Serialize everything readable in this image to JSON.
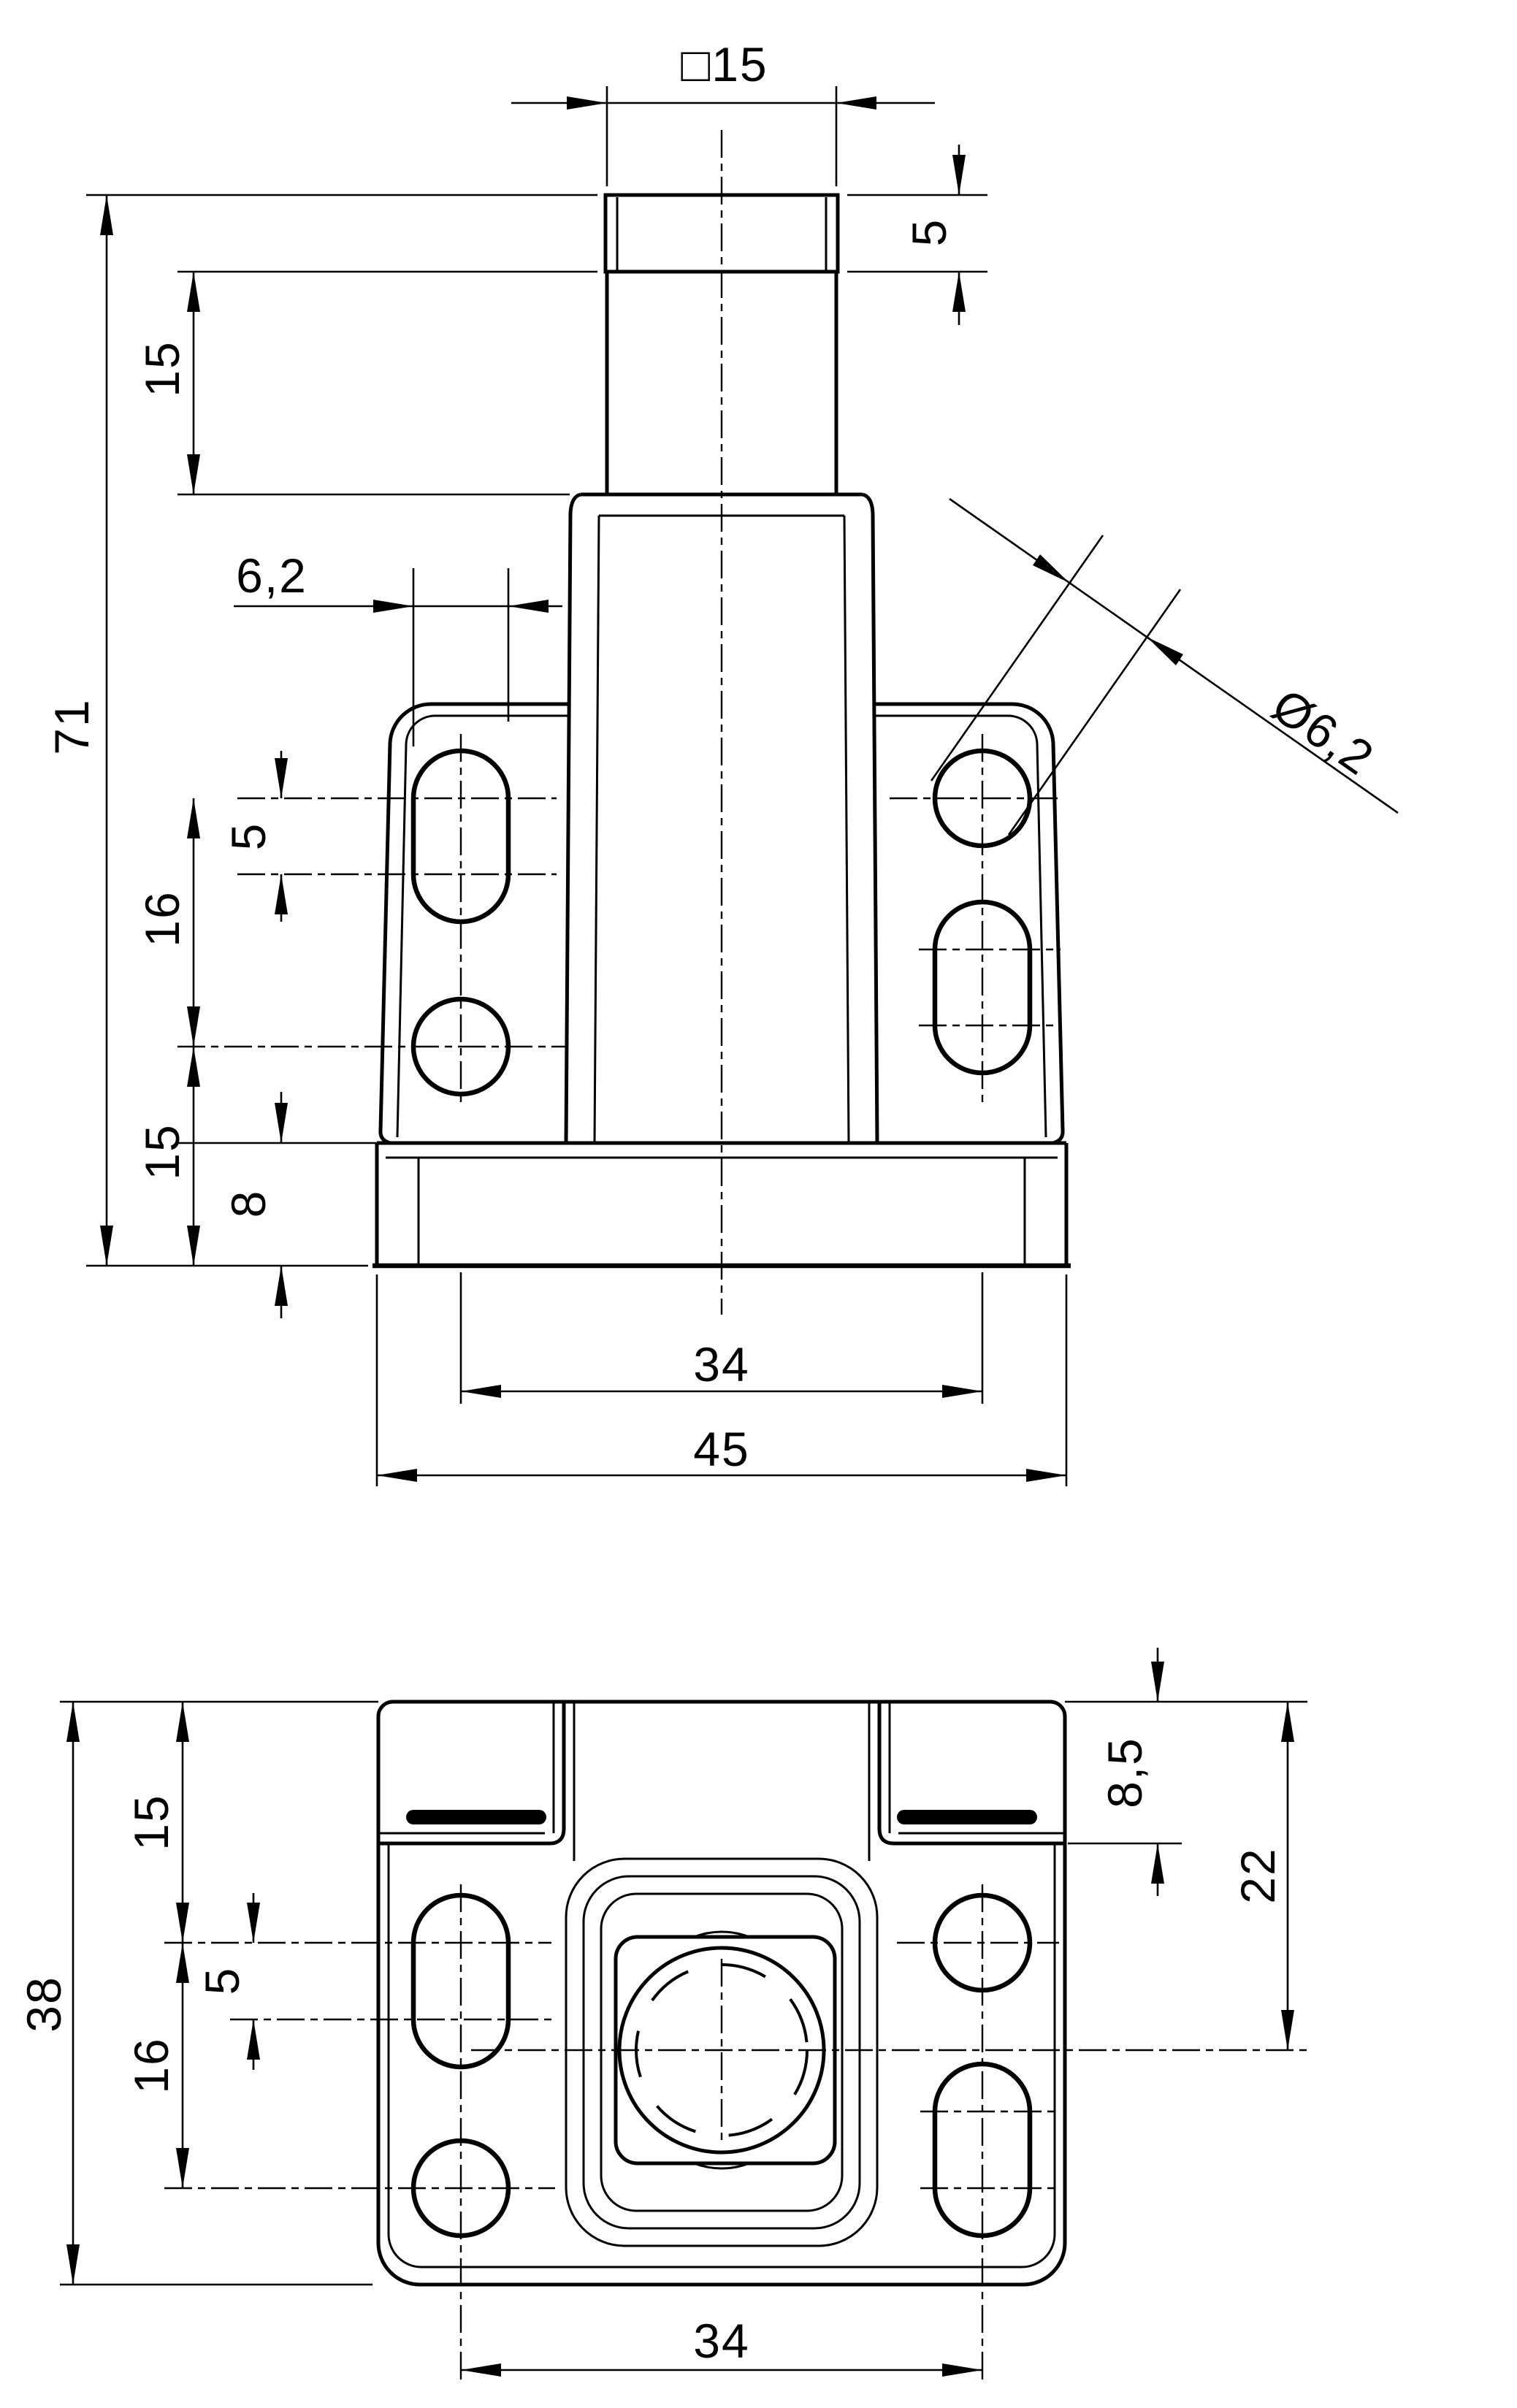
{
  "drawing": {
    "line_color": "#000000",
    "background": "#ffffff"
  },
  "front_view": {
    "dims": {
      "top_square_width": "□15",
      "cap_height": "5",
      "neck_length": "15",
      "overall_height": "71",
      "slot_width": "6,2",
      "hole_diameter": "Ø6,2",
      "slot_center_spacing": "5",
      "hole_row_spacing": "16",
      "lower_hole_to_base": "15",
      "base_height": "8",
      "hole_pattern_width": "34",
      "base_width": "45"
    }
  },
  "top_view": {
    "dims": {
      "base_depth": "38",
      "back_to_slot_center": "15",
      "slot_center_spacing": "5",
      "slot_to_hole_spacing": "16",
      "back_to_flange_face": "8,5",
      "back_to_barrel_center": "22",
      "hole_pattern_width": "34"
    }
  }
}
